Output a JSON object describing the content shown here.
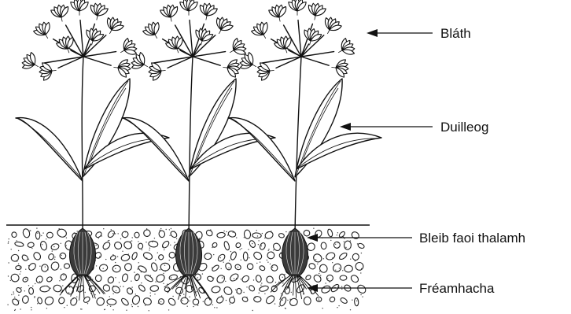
{
  "labels": {
    "flower": "Bláth",
    "leaf": "Duilleog",
    "bulb": "Bleib faoi thalamh",
    "roots": "Fréamhacha"
  },
  "colors": {
    "ink": "#111111",
    "bulb_fill": "#3a3a3a",
    "background": "#ffffff"
  }
}
